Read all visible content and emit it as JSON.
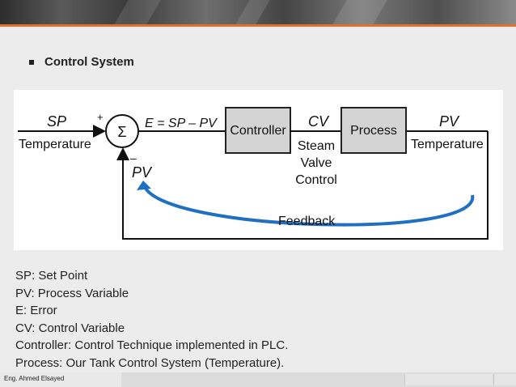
{
  "slide": {
    "heading": "Control System"
  },
  "diagram": {
    "sp_label": "SP",
    "plus_sign": "+",
    "minus_sign": "–",
    "sum_symbol": "Σ",
    "error_eq": "E = SP – PV",
    "controller": "Controller",
    "cv_label": "CV",
    "process": "Process",
    "pv_label": "PV",
    "input_temperature": "Temperature",
    "output_temperature": "Temperature",
    "feedback_pv": "PV",
    "steam_line1": "Steam",
    "steam_line2": "Valve",
    "steam_line3": "Control",
    "feedback": "Feedback",
    "colors": {
      "arrow_blue": "#1f6fc2",
      "box_gray": "#d4d4d4"
    }
  },
  "definitions": [
    "SP: Set Point",
    "PV: Process Variable",
    "E: Error",
    "CV: Control Variable",
    "Controller: Control Technique implemented in PLC.",
    "Process: Our Tank Control System (Temperature)."
  ],
  "footer": {
    "author": "Eng. Ahmed Elsayed"
  }
}
